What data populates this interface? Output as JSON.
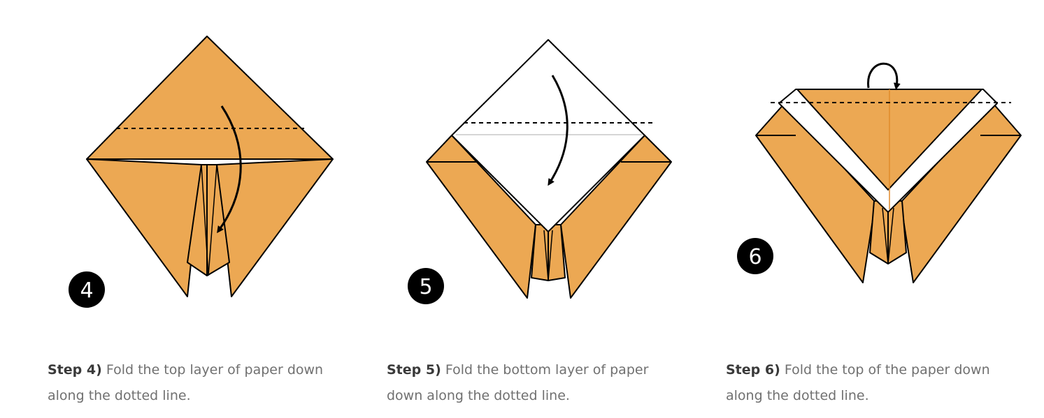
{
  "colors": {
    "paper_orange": "#eca853",
    "paper_white": "#ffffff",
    "outline": "#000000",
    "badge": "#000000",
    "caption_label": "#3a3a3a",
    "caption_text": "#707070"
  },
  "steps": [
    {
      "number": "4",
      "label": "Step 4)",
      "text": " Fold the top layer of paper down along the dotted line."
    },
    {
      "number": "5",
      "label": "Step 5)",
      "text": " Fold the bottom layer of paper down along the dotted line."
    },
    {
      "number": "6",
      "label": "Step 6)",
      "text": " Fold the top of the paper down along the dotted line."
    }
  ]
}
